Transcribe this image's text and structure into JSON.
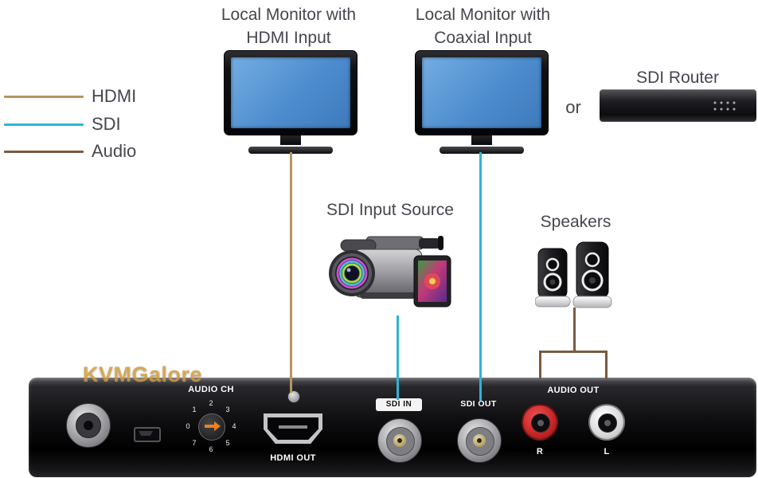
{
  "labels": {
    "monitor_hdmi_title": "Local Monitor with HDMI Input",
    "monitor_coax_title": "Local Monitor with Coaxial Input",
    "or_text": "or",
    "sdi_router_title": "SDI Router",
    "sdi_source_title": "SDI Input Source",
    "speakers_title": "Speakers"
  },
  "legend": {
    "items": [
      {
        "label": "HDMI",
        "color": "#b5965c"
      },
      {
        "label": "SDI",
        "color": "#2fb4d8"
      },
      {
        "label": "Audio",
        "color": "#7b5a40"
      }
    ]
  },
  "panel": {
    "watermark": "KVMGalore",
    "audio_ch": {
      "label": "AUDIO CH",
      "dial_numbers": [
        "0",
        "1",
        "2",
        "3",
        "4",
        "5",
        "6",
        "7"
      ]
    },
    "hdmi_out": {
      "label": "HDMI OUT"
    },
    "sdi_in": {
      "label": "SDI IN"
    },
    "sdi_out": {
      "label": "SDI OUT"
    },
    "audio_out": {
      "label": "AUDIO OUT",
      "right": "R",
      "left": "L"
    }
  }
}
